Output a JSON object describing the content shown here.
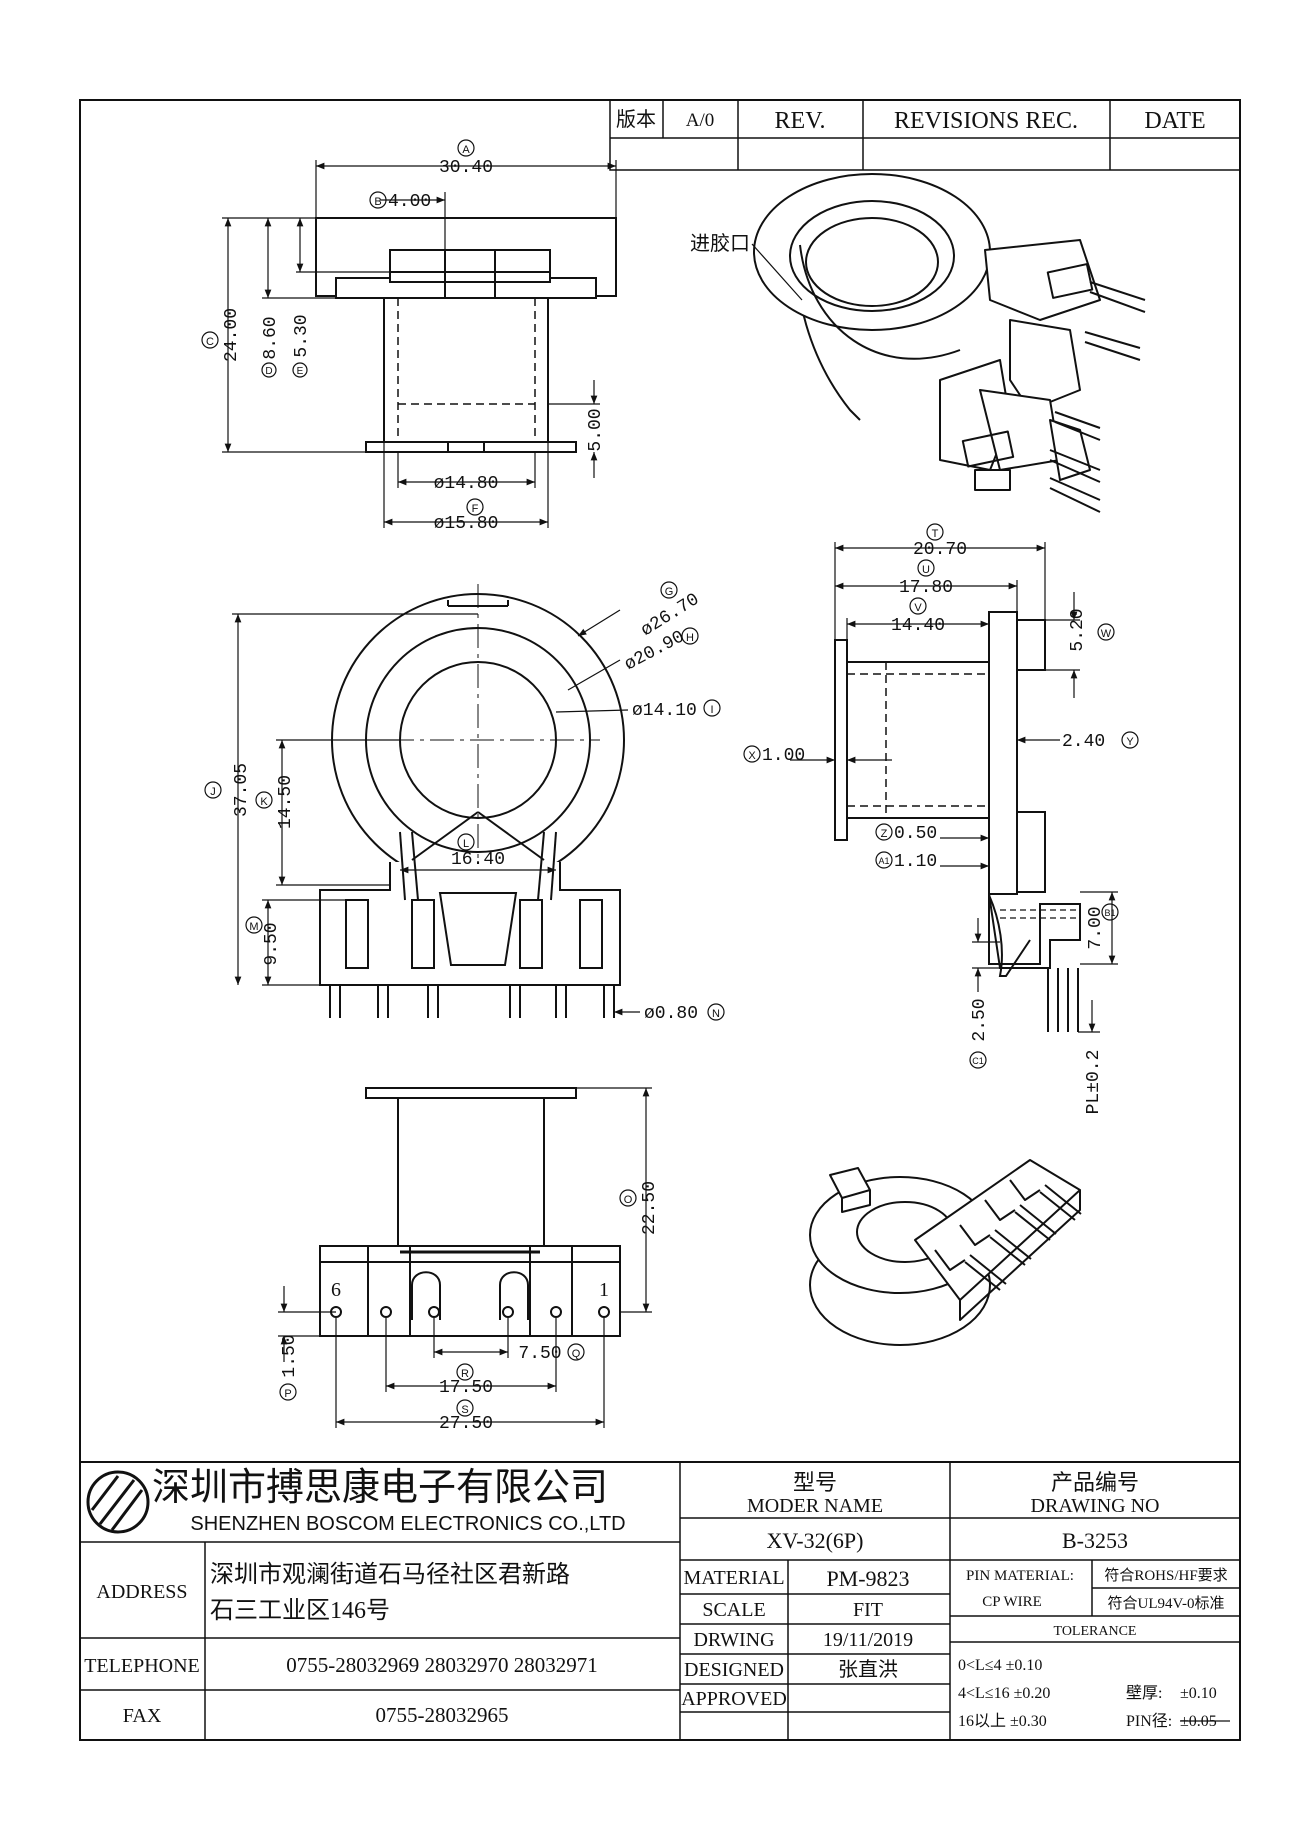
{
  "revision_block": {
    "version_label": "版本",
    "version_value": "A/0",
    "rev_header": "REV.",
    "revisions_header": "REVISIONS REC.",
    "date_header": "DATE"
  },
  "gate_label": "进胶口",
  "top_view": {
    "dim_a": "30.40",
    "dim_a_tag": "A",
    "dim_b": "4.00",
    "dim_b_tag": "B",
    "dim_c": "24.00",
    "dim_c_tag": "C",
    "dim_d": "8.60",
    "dim_d_tag": "D",
    "dim_e": "5.30",
    "dim_e_tag": "E",
    "dim_flange": "5.00",
    "dim_bore": "ø14.80",
    "dim_f": "ø15.80",
    "dim_f_tag": "F"
  },
  "front_view": {
    "dim_g": "ø26.70",
    "dim_g_tag": "G",
    "dim_h": "ø20.90",
    "dim_h_tag": "H",
    "dim_i": "ø14.10",
    "dim_i_tag": "I",
    "dim_j": "37.05",
    "dim_j_tag": "J",
    "dim_k": "14.50",
    "dim_k_tag": "K",
    "dim_l": "16.40",
    "dim_l_tag": "L",
    "dim_m": "9.50",
    "dim_m_tag": "M",
    "dim_n": "ø0.80",
    "dim_n_tag": "N"
  },
  "side_view": {
    "dim_t": "20.70",
    "dim_t_tag": "T",
    "dim_u": "17.80",
    "dim_u_tag": "U",
    "dim_v": "14.40",
    "dim_v_tag": "V",
    "dim_w": "5.20",
    "dim_w_tag": "W",
    "dim_x": "1.00",
    "dim_x_tag": "X",
    "dim_y": "2.40",
    "dim_y_tag": "Y",
    "dim_z": "0.50",
    "dim_z_tag": "Z",
    "dim_a1": "1.10",
    "dim_a1_tag": "A1",
    "dim_b1": "7.00",
    "dim_b1_tag": "B1",
    "dim_c1": "2.50",
    "dim_c1_tag": "C1",
    "dim_pl": "PL±0.2"
  },
  "bottom_view": {
    "dim_o": "22.50",
    "dim_o_tag": "O",
    "dim_p": "1.50",
    "dim_p_tag": "P",
    "dim_q": "7.50",
    "dim_q_tag": "Q",
    "dim_r": "17.50",
    "dim_r_tag": "R",
    "dim_s": "27.50",
    "dim_s_tag": "S",
    "pin_left": "6",
    "pin_right": "1"
  },
  "title_block": {
    "company_cn": "深圳市搏思康电子有限公司",
    "company_en": "SHENZHEN BOSCOM ELECTRONICS CO.,LTD",
    "model_label_cn": "型号",
    "model_label_en": "MODER NAME",
    "model_value": "XV-32(6P)",
    "drawing_label_cn": "产品编号",
    "drawing_label_en": "DRAWING NO",
    "drawing_value": "B-3253",
    "address_label": "ADDRESS",
    "address_line1": "深圳市观澜街道石马径社区君新路",
    "address_line2": "石三工业区146号",
    "telephone_label": "TELEPHONE",
    "telephone_value": "0755-28032969 28032970 28032971",
    "fax_label": "FAX",
    "fax_value": "0755-28032965",
    "material_label": "MATERIAL",
    "material_value": "PM-9823",
    "scale_label": "SCALE",
    "scale_value": "FIT",
    "drawing_date_label": "DRWING",
    "drawing_date_value": "19/11/2019",
    "designed_label": "DESIGNED",
    "designed_value": "张直洪",
    "approved_label": "APPROVED",
    "approved_value": "",
    "pin_material_label": "PIN MATERIAL:",
    "pin_material_value": "CP WIRE",
    "rohs_note": "符合ROHS/HF要求",
    "ul_note": "符合UL94V-0标准",
    "tolerance_label": "TOLERANCE",
    "tol_row1": "0<L≤4 ±0.10",
    "tol_row2": "4<L≤16 ±0.20",
    "tol_row3": "16以上 ±0.30",
    "wall_label": "壁厚:",
    "wall_value": "±0.10",
    "pin_dia_label": "PIN径:",
    "pin_dia_value": "±0.05"
  }
}
